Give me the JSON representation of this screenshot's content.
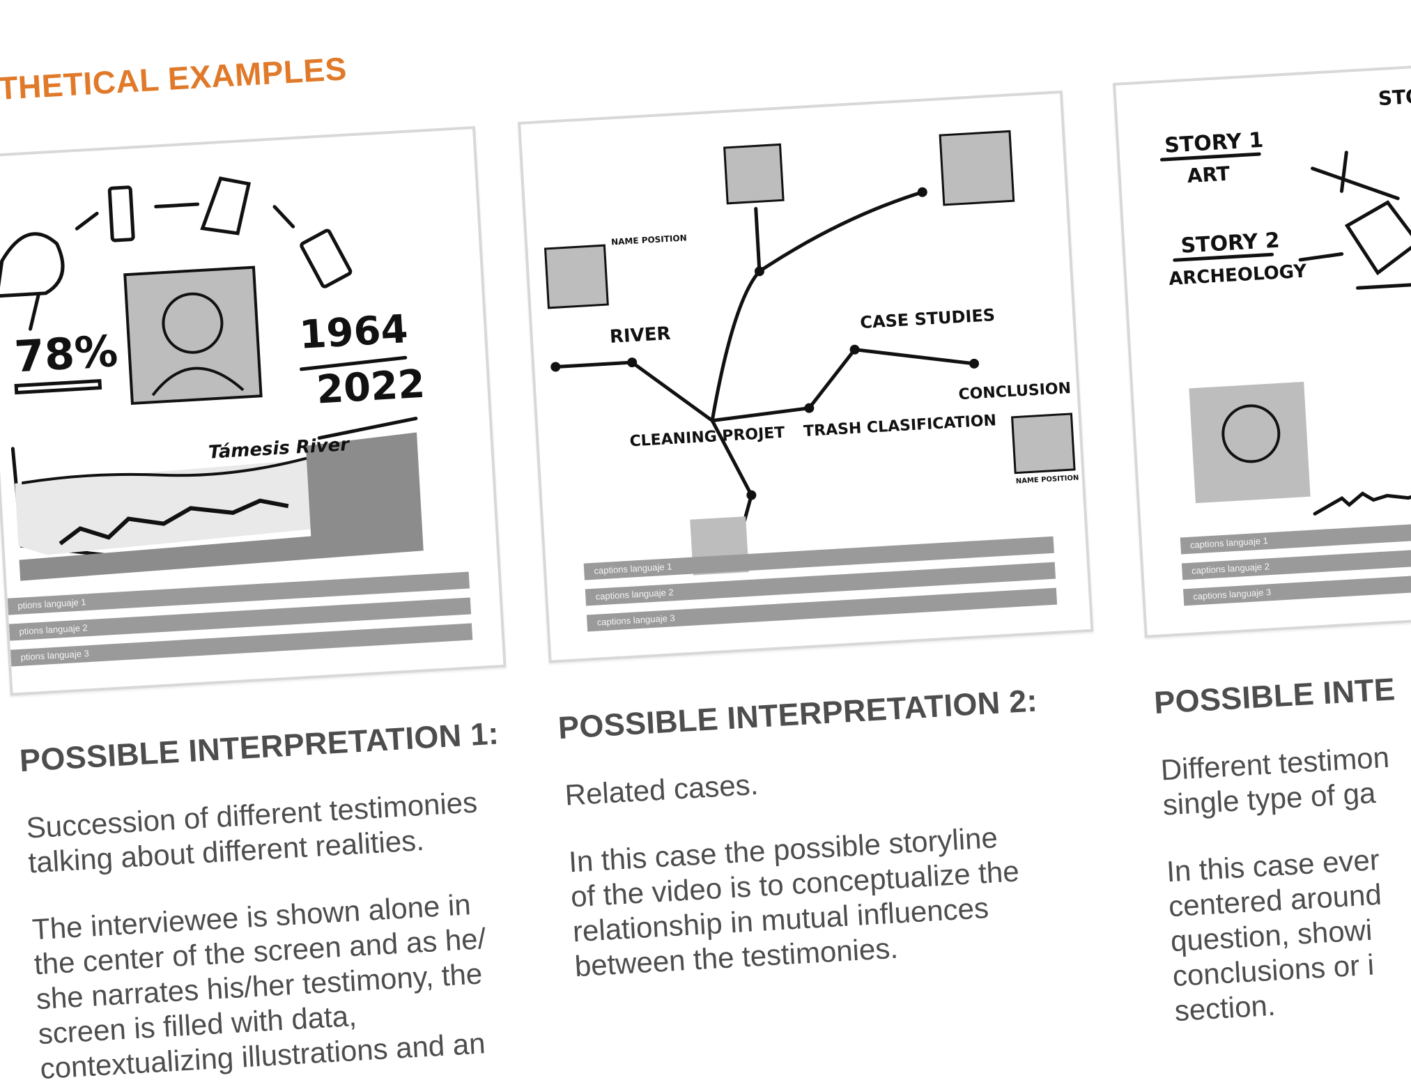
{
  "section_title": "THETICAL EXAMPLES",
  "panels": [
    {
      "sketch": {
        "percent": "78%",
        "year_start": "1964",
        "year_end": "2022",
        "river_label": "Támesis River"
      },
      "captions": [
        "ptions languaje 1",
        "ptions languaje 2",
        "ptions languaje 3"
      ],
      "heading": "POSSIBLE INTERPRETATION 1:",
      "paragraphs": [
        [
          "Succession of different testimonies",
          "talking about different realities."
        ],
        [
          "The interviewee is shown alone in",
          "the center of the screen and as he/",
          "she narrates his/her testimony, the",
          "screen is filled with data,",
          "contextualizing illustrations and an"
        ]
      ]
    },
    {
      "sketch": {
        "river": "RIVER",
        "case_studies": "CASE STUDIES",
        "conclusion": "CONCLUSION",
        "cleaning": "CLEANING PROJET",
        "trash": "TRASH CLASIFICATION",
        "name_position_1": "NAME POSITION",
        "name_position_2": "NAME POSITION"
      },
      "captions": [
        "captions languaje 1",
        "captions languaje 2",
        "captions languaje 3"
      ],
      "heading": "POSSIBLE INTERPRETATION 2:",
      "paragraphs": [
        [
          "Related cases."
        ],
        [
          "In this case the possible storyline",
          "of the video is to conceptualize the",
          "relationship in mutual influences",
          "between the testimonies."
        ]
      ]
    },
    {
      "sketch": {
        "story1": "STORY 1",
        "art": "ART",
        "story2": "STORY 2",
        "archeology": "ARCHEOLOGY",
        "story_cut": "STO"
      },
      "captions": [
        "captions languaje 1",
        "captions languaje 2",
        "captions languaje 3"
      ],
      "heading": "POSSIBLE INTE",
      "paragraphs": [
        [
          "Different testimon",
          "single type of ga"
        ],
        [
          "In this case ever",
          "centered around",
          "question, showi",
          "conclusions or i",
          "section."
        ]
      ]
    }
  ]
}
